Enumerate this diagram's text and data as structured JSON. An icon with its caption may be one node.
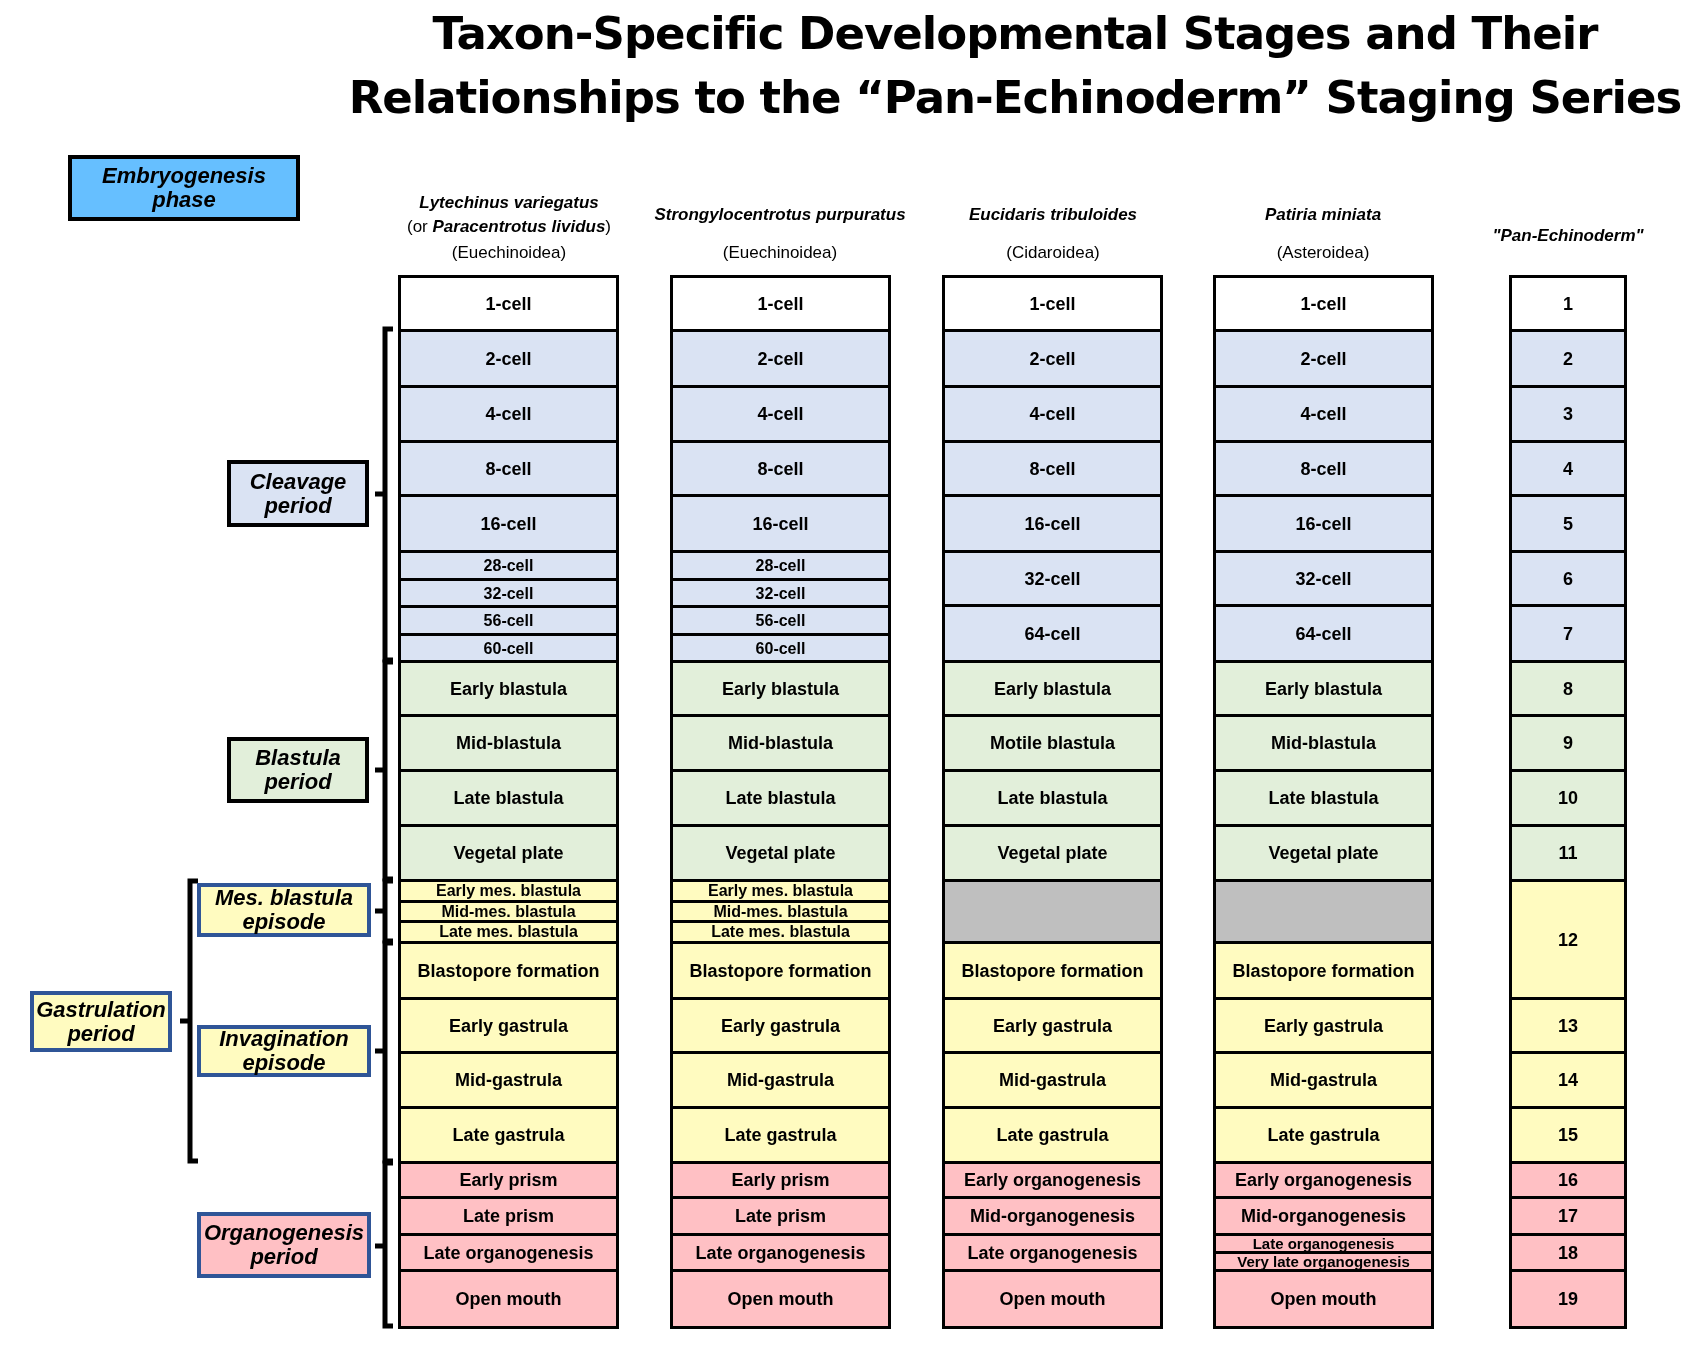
{
  "diagram": {
    "title": "Taxon-Specific Developmental Stages and Their Relationships to the “Pan-Echinoderm” Staging Series",
    "nodes": [
      {
        "text": [
          "Embryogenesis phase"
        ]
      },
      {
        "text": [
          "Cleavage period"
        ]
      },
      {
        "text": [
          "Blastula period"
        ]
      },
      {
        "text": [
          "Mes. blastula episode"
        ]
      },
      {
        "text": [
          "Gastrulation period"
        ]
      },
      {
        "text": [
          "Invagination episode"
        ]
      },
      {
        "text": [
          "Organogenesis period"
        ]
      },
      {
        "text": [
          "1-cell"
        ]
      },
      {
        "text": [
          "2-cell"
        ]
      },
      {
        "text": [
          "4-cell"
        ]
      },
      {
        "text": [
          "8-cell"
        ]
      },
      {
        "text": [
          "16-cell"
        ]
      },
      {
        "text": [
          "28-cell"
        ]
      },
      {
        "text": [
          "32-cell"
        ]
      },
      {
        "text": [
          "56-cell"
        ]
      },
      {
        "text": [
          "60-cell"
        ]
      },
      {
        "text": [
          "Early blastula"
        ]
      },
      {
        "text": [
          "Mid-blastula"
        ]
      },
      {
        "text": [
          "Late blastula"
        ]
      },
      {
        "text": [
          "Vegetal plate"
        ]
      },
      {
        "text": [
          "Early mes. blastula"
        ]
      },
      {
        "text": [
          "Mid-mes. blastula"
        ]
      },
      {
        "text": [
          "Late mes. blastula"
        ]
      },
      {
        "text": [
          "Blastopore formation"
        ]
      },
      {
        "text": [
          "Early gastrula"
        ]
      },
      {
        "text": [
          "Mid-gastrula"
        ]
      },
      {
        "text": [
          "Late gastrula"
        ]
      },
      {
        "text": [
          "Early prism"
        ]
      },
      {
        "text": [
          "Late prism"
        ]
      },
      {
        "text": [
          "Late organogenesis"
        ]
      },
      {
        "text": [
          "Open mouth"
        ]
      },
      {
        "text": [
          "1-cell"
        ]
      },
      {
        "text": [
          "2-cell"
        ]
      },
      {
        "text": [
          "4-cell"
        ]
      },
      {
        "text": [
          "8-cell"
        ]
      },
      {
        "text": [
          "16-cell"
        ]
      },
      {
        "text": [
          "28-cell"
        ]
      },
      {
        "text": [
          "32-cell"
        ]
      },
      {
        "text": [
          "56-cell"
        ]
      },
      {
        "text": [
          "60-cell"
        ]
      },
      {
        "text": [
          "Early blastula"
        ]
      },
      {
        "text": [
          "Mid-blastula"
        ]
      },
      {
        "text": [
          "Late blastula"
        ]
      },
      {
        "text": [
          "Vegetal plate"
        ]
      },
      {
        "text": [
          "Early mes. blastula"
        ]
      },
      {
        "text": [
          "Mid-mes. blastula"
        ]
      },
      {
        "text": [
          "Late mes. blastula"
        ]
      },
      {
        "text": [
          "Blastopore formation"
        ]
      },
      {
        "text": [
          "Early gastrula"
        ]
      },
      {
        "text": [
          "Mid-gastrula"
        ]
      },
      {
        "text": [
          "Late gastrula"
        ]
      },
      {
        "text": [
          "Early prism"
        ]
      },
      {
        "text": [
          "Late prism"
        ]
      },
      {
        "text": [
          "Late organogenesis"
        ]
      },
      {
        "text": [
          "Open mouth"
        ]
      },
      {
        "text": [
          "1-cell"
        ]
      },
      {
        "text": [
          "2-cell"
        ]
      },
      {
        "text": [
          "4-cell"
        ]
      },
      {
        "text": [
          "8-cell"
        ]
      },
      {
        "text": [
          "16-cell"
        ]
      },
      {
        "text": [
          "32-cell"
        ]
      },
      {
        "text": [
          "64-cell"
        ]
      },
      {
        "text": [
          "Early blastula"
        ]
      },
      {
        "text": [
          "Motile blastula"
        ]
      },
      {
        "text": [
          "Late blastula"
        ]
      },
      {
        "text": [
          "Vegetal plate"
        ]
      },
      {
        "text": [],
        "shape": "box"
      },
      {
        "text": [
          "Blastopore formation"
        ]
      },
      {
        "text": [
          "Early gastrula"
        ]
      },
      {
        "text": [
          "Mid-gastrula"
        ]
      },
      {
        "text": [
          "Late gastrula"
        ]
      },
      {
        "text": [
          "Early organogenesis"
        ]
      },
      {
        "text": [
          "Mid-organogenesis"
        ]
      },
      {
        "text": [
          "Late organogenesis"
        ]
      },
      {
        "text": [
          "Open mouth"
        ]
      },
      {
        "text": [
          "1-cell"
        ]
      },
      {
        "text": [
          "2-cell"
        ]
      },
      {
        "text": [
          "4-cell"
        ]
      },
      {
        "text": [
          "8-cell"
        ]
      },
      {
        "text": [
          "16-cell"
        ]
      },
      {
        "text": [
          "32-cell"
        ]
      },
      {
        "text": [
          "64-cell"
        ]
      },
      {
        "text": [
          "Early blastula"
        ]
      },
      {
        "text": [
          "Mid-blastula"
        ]
      },
      {
        "text": [
          "Late blastula"
        ]
      },
      {
        "text": [
          "Vegetal plate"
        ]
      },
      {
        "text": [],
        "shape": "box"
      },
      {
        "text": [
          "Blastopore formation"
        ]
      },
      {
        "text": [
          "Early gastrula"
        ]
      },
      {
        "text": [
          "Mid-gastrula"
        ]
      },
      {
        "text": [
          "Late gastrula"
        ]
      },
      {
        "text": [
          "Early organogenesis"
        ]
      },
      {
        "text": [
          "Mid-organogenesis"
        ]
      },
      {
        "text": [
          "Late organogenesis"
        ]
      },
      {
        "text": [
          "Very late organogenesis"
        ]
      },
      {
        "text": [
          "Open mouth"
        ]
      },
      {
        "text": [
          "1"
        ]
      },
      {
        "text": [
          "2"
        ]
      },
      {
        "text": [
          "3"
        ]
      },
      {
        "text": [
          "4"
        ]
      },
      {
        "text": [
          "5"
        ]
      },
      {
        "text": [
          "6"
        ]
      },
      {
        "text": [
          "7"
        ]
      },
      {
        "text": [
          "8"
        ]
      },
      {
        "text": [
          "9"
        ]
      },
      {
        "text": [
          "10"
        ]
      },
      {
        "text": [
          "11"
        ]
      },
      {
        "text": [
          "12"
        ]
      },
      {
        "text": [
          "13"
        ]
      },
      {
        "text": [
          "14"
        ]
      },
      {
        "text": [
          "15"
        ]
      },
      {
        "text": [
          "16"
        ]
      },
      {
        "text": [
          "17"
        ]
      },
      {
        "text": [
          "18"
        ]
      },
      {
        "text": [
          "19"
        ]
      }
    ],
    "labels": [
      "Lytechinus variegatus",
      "(or *Paracentrotus lividus*)",
      "(Euechinoidea)",
      "Strongylocentrotus purpuratus",
      "(Euechinoidea)",
      "Eucidaris tribuloides",
      "(Cidaroidea)",
      "Patiria miniata",
      "(Asteroidea)",
      "\"Pan-Echinoderm\""
    ]
  }
}
